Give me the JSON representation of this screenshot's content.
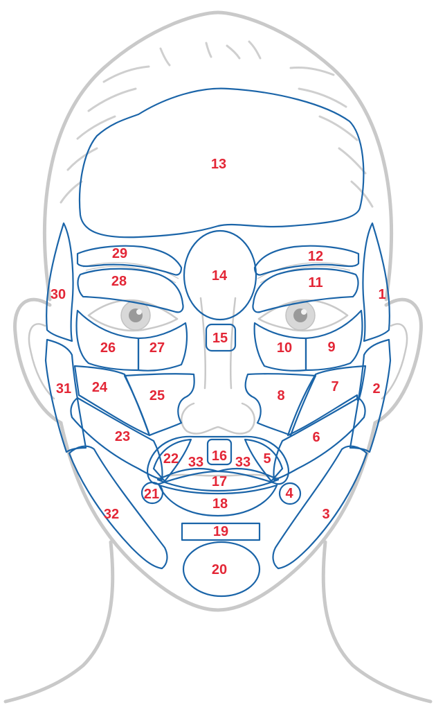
{
  "diagram": {
    "label_color": "#e32636",
    "region_color": "#1a64a8",
    "outline_color": "#c9c9c9",
    "labels": [
      "1",
      "2",
      "3",
      "4",
      "5",
      "6",
      "7",
      "8",
      "9",
      "10",
      "11",
      "12",
      "13",
      "14",
      "15",
      "16",
      "17",
      "18",
      "19",
      "20",
      "21",
      "22",
      "23",
      "24",
      "25",
      "26",
      "27",
      "28",
      "29",
      "30",
      "31",
      "32",
      "33",
      "33"
    ]
  }
}
